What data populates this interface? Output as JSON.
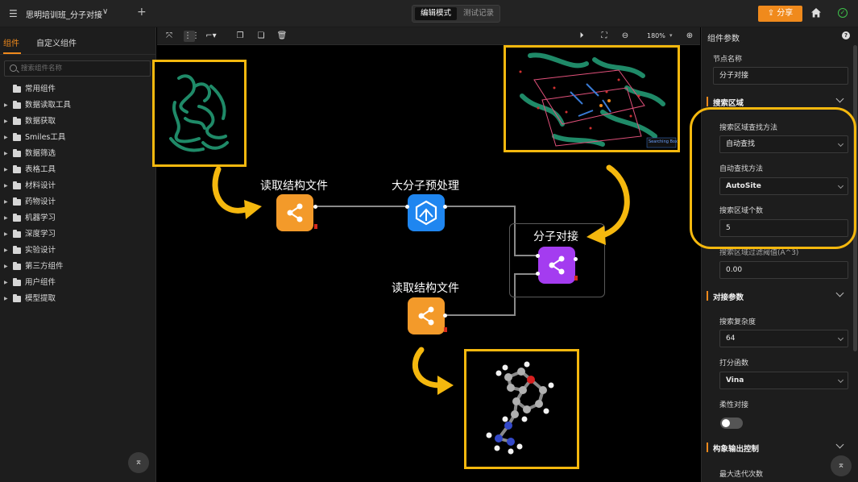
{
  "topbar": {
    "menu_icon": "hamburger-icon",
    "title": "思明培训班_分子对接",
    "mode_edit": "编辑模式",
    "mode_test": "测试记录",
    "share_label": "分享",
    "accent": "#f08a1c",
    "status_color": "#3ec24a"
  },
  "left": {
    "tab_components": "组件",
    "tab_custom": "自定义组件",
    "search_placeholder": "搜索组件名称",
    "tree": [
      {
        "label": "常用组件",
        "expandable": false
      },
      {
        "label": "数据读取工具",
        "expandable": true
      },
      {
        "label": "数据获取",
        "expandable": true
      },
      {
        "label": "Smiles工具",
        "expandable": true
      },
      {
        "label": "数据筛选",
        "expandable": true
      },
      {
        "label": "表格工具",
        "expandable": true
      },
      {
        "label": "材料设计",
        "expandable": true
      },
      {
        "label": "药物设计",
        "expandable": true
      },
      {
        "label": "机器学习",
        "expandable": true
      },
      {
        "label": "深度学习",
        "expandable": true
      },
      {
        "label": "实验设计",
        "expandable": true
      },
      {
        "label": "第三方组件",
        "expandable": true
      },
      {
        "label": "用户组件",
        "expandable": true
      },
      {
        "label": "模型提取",
        "expandable": true
      }
    ]
  },
  "canvas": {
    "zoom": "180%",
    "nodes": {
      "read_struct_1": "读取结构文件",
      "macro_prep": "大分子预处理",
      "docking": "分子对接",
      "read_struct_2": "读取结构文件"
    },
    "node_colors": {
      "orange": "#f39a2a",
      "blue": "#1f86f0",
      "purple": "#a43cf0"
    },
    "callout_color": "#f5b80e",
    "docking_box_caption": "Searching Box"
  },
  "right": {
    "title": "组件参数",
    "node_name_label": "节点名称",
    "node_name_value": "分子对接",
    "section_search": "搜索区域",
    "search_method_label": "搜索区域查找方法",
    "search_method_value": "自动查找",
    "auto_method_label": "自动查找方法",
    "auto_method_value": "AutoSite",
    "region_count_label": "搜索区域个数",
    "region_count_value": "5",
    "threshold_label": "搜索区域过滤阈值(A^3)",
    "threshold_value": "0.00",
    "section_docking": "对接参数",
    "complexity_label": "搜索复杂度",
    "complexity_value": "64",
    "scoring_label": "打分函数",
    "scoring_value": "Vina",
    "flexible_label": "柔性对接",
    "flexible_on": false,
    "section_output": "构象输出控制",
    "max_iter_label": "最大迭代次数"
  }
}
